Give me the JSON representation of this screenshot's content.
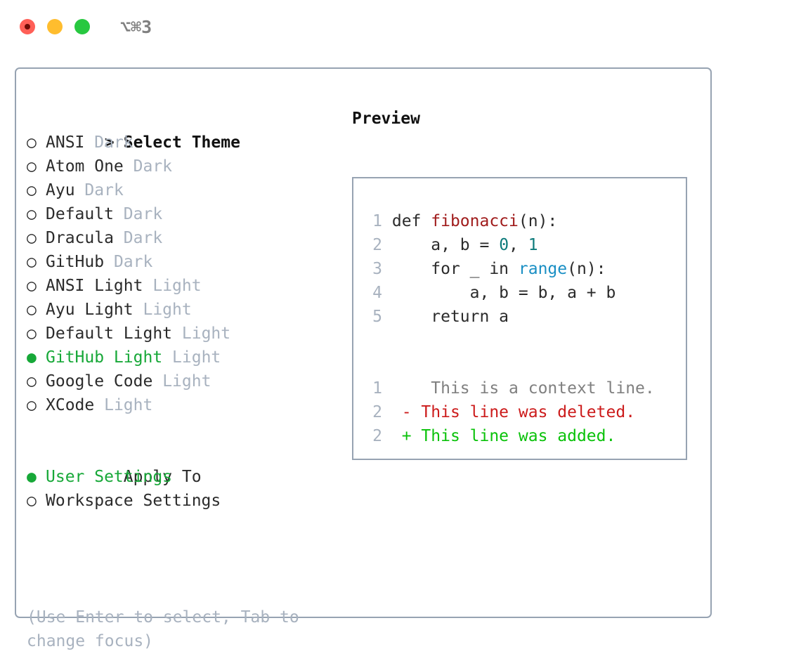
{
  "window": {
    "shortcut_label": "⌥⌘3",
    "traffic_lights": {
      "close_color": "#ff5f57",
      "minimize_color": "#ffbd2e",
      "maximize_color": "#28c840"
    }
  },
  "colors": {
    "accent_green": "#17a838",
    "tag_grey": "#a8b2bf",
    "border": "#97a3b2",
    "text": "#2b2b2b",
    "diff_add": "#0ac20a",
    "diff_del": "#cc1b1b",
    "syntax_function": "#a01c1c",
    "syntax_number": "#0d7b7b",
    "syntax_builtin": "#1a8fc4"
  },
  "theme_list": {
    "header_prompt": ">",
    "header_label": "Select Theme",
    "marker_off": "○",
    "marker_on": "●",
    "items": [
      {
        "marker": "○",
        "name": "ANSI",
        "tag": "Dark",
        "selected": false
      },
      {
        "marker": "○",
        "name": "Atom One",
        "tag": "Dark",
        "selected": false
      },
      {
        "marker": "○",
        "name": "Ayu",
        "tag": "Dark",
        "selected": false
      },
      {
        "marker": "○",
        "name": "Default",
        "tag": "Dark",
        "selected": false
      },
      {
        "marker": "○",
        "name": "Dracula",
        "tag": "Dark",
        "selected": false
      },
      {
        "marker": "○",
        "name": "GitHub",
        "tag": "Dark",
        "selected": false
      },
      {
        "marker": "○",
        "name": "ANSI Light",
        "tag": "Light",
        "selected": false
      },
      {
        "marker": "○",
        "name": "Ayu Light",
        "tag": "Light",
        "selected": false
      },
      {
        "marker": "○",
        "name": "Default Light",
        "tag": "Light",
        "selected": false
      },
      {
        "marker": "●",
        "name": "GitHub Light",
        "tag": "Light",
        "selected": true
      },
      {
        "marker": "○",
        "name": "Google Code",
        "tag": "Light",
        "selected": false
      },
      {
        "marker": "○",
        "name": "XCode",
        "tag": "Light",
        "selected": false
      }
    ]
  },
  "apply_to": {
    "header_label": "Apply To",
    "items": [
      {
        "marker": "●",
        "name": "User Settings",
        "selected": true
      },
      {
        "marker": "○",
        "name": "Workspace Settings",
        "selected": false
      }
    ]
  },
  "hint": {
    "line1": "(Use Enter to select, Tab to",
    "line2": "change focus)"
  },
  "preview": {
    "title": "Preview",
    "code": {
      "lines": [
        {
          "num": "1",
          "tokens": [
            {
              "t": "def ",
              "c": "plain"
            },
            {
              "t": "fibonacci",
              "c": "fn"
            },
            {
              "t": "(n):",
              "c": "plain"
            }
          ]
        },
        {
          "num": "2",
          "tokens": [
            {
              "t": "    a, b = ",
              "c": "plain"
            },
            {
              "t": "0",
              "c": "num"
            },
            {
              "t": ", ",
              "c": "plain"
            },
            {
              "t": "1",
              "c": "num"
            }
          ]
        },
        {
          "num": "3",
          "tokens": [
            {
              "t": "    for _ in ",
              "c": "plain"
            },
            {
              "t": "range",
              "c": "bi"
            },
            {
              "t": "(n):",
              "c": "plain"
            }
          ]
        },
        {
          "num": "4",
          "tokens": [
            {
              "t": "        a, b = b, a + b",
              "c": "plain"
            }
          ]
        },
        {
          "num": "5",
          "tokens": [
            {
              "t": "    return a",
              "c": "plain"
            }
          ]
        }
      ]
    },
    "diff": {
      "lines": [
        {
          "num": "1",
          "sign": " ",
          "text": "  This is a context line.",
          "kind": "ctx"
        },
        {
          "num": "2",
          "sign": "-",
          "text": " This line was deleted.",
          "kind": "del"
        },
        {
          "num": "2",
          "sign": "+",
          "text": " This line was added.",
          "kind": "add"
        }
      ]
    }
  }
}
